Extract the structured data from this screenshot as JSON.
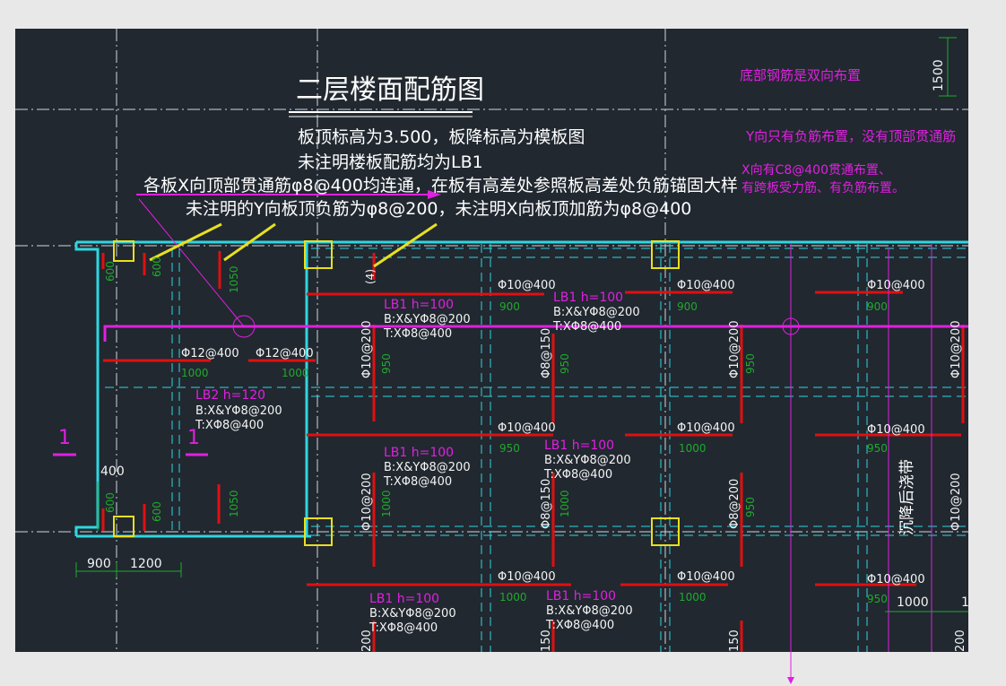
{
  "drawing": {
    "title": "二层楼面配筋图",
    "notes": [
      "板顶标高为3.500，板降标高为模板图",
      "未注明楼板配筋均为LB1",
      "各板X向顶部贯通筋φ8@400均连通，在板有高差处参照板高差处负筋锚固大样",
      "未注明的Y向板顶负筋为φ8@200，未注明X向板顶加筋为φ8@400"
    ],
    "annotations": [
      "底部钢筋是双向布置",
      "Y向只有负筋布置，没有顶部贯通筋",
      "X向有C8@400贯通布置、",
      "有跨板受力筋、有负筋布置。"
    ],
    "post_pour_label": "沉降后浇带",
    "section_mark": "1",
    "circle_tag": "(4)",
    "slab_labels": [
      {
        "name": "LB1  h=100",
        "bottom": "B:X&YΦ8@200",
        "top": "T:XΦ8@400"
      },
      {
        "name": "LB1  h=100",
        "bottom": "B:X&YΦ8@200",
        "top": "T:XΦ8@400"
      },
      {
        "name": "LB2  h=120",
        "bottom": "B:X&YΦ8@200",
        "top": "T:XΦ8@400"
      },
      {
        "name": "LB1  h=100",
        "bottom": "B:X&YΦ8@200",
        "top": "T:XΦ8@400"
      },
      {
        "name": "LB1  h=100",
        "bottom": "B:X&YΦ8@200",
        "top": "T:XΦ8@400"
      },
      {
        "name": "LB1  h=100",
        "bottom": "B:X&YΦ8@200",
        "top": "T:XΦ8@400"
      },
      {
        "name": "LB1  h=100",
        "bottom": "B:X&YΦ8@200",
        "top": "T:XΦ8@400"
      }
    ],
    "rebar_labels": {
      "a": "Φ10@400",
      "b": "Φ12@400",
      "c": "Φ10@200",
      "d": "Φ8@150",
      "e": "Φ8@200"
    },
    "dims": {
      "d900": "900",
      "d1200": "1200",
      "d400": "400",
      "d1000": "1000",
      "d1500": "1500",
      "d950": "950",
      "d1050": "1050",
      "d600": "600",
      "d150": "150",
      "d200": "200",
      "d1": "1"
    },
    "colors": {
      "background": "#212830",
      "cyan": "#2fd6e0",
      "magenta": "#e020e0",
      "red": "#e01010",
      "yellow": "#e8e020",
      "green": "#1faa2a"
    }
  }
}
